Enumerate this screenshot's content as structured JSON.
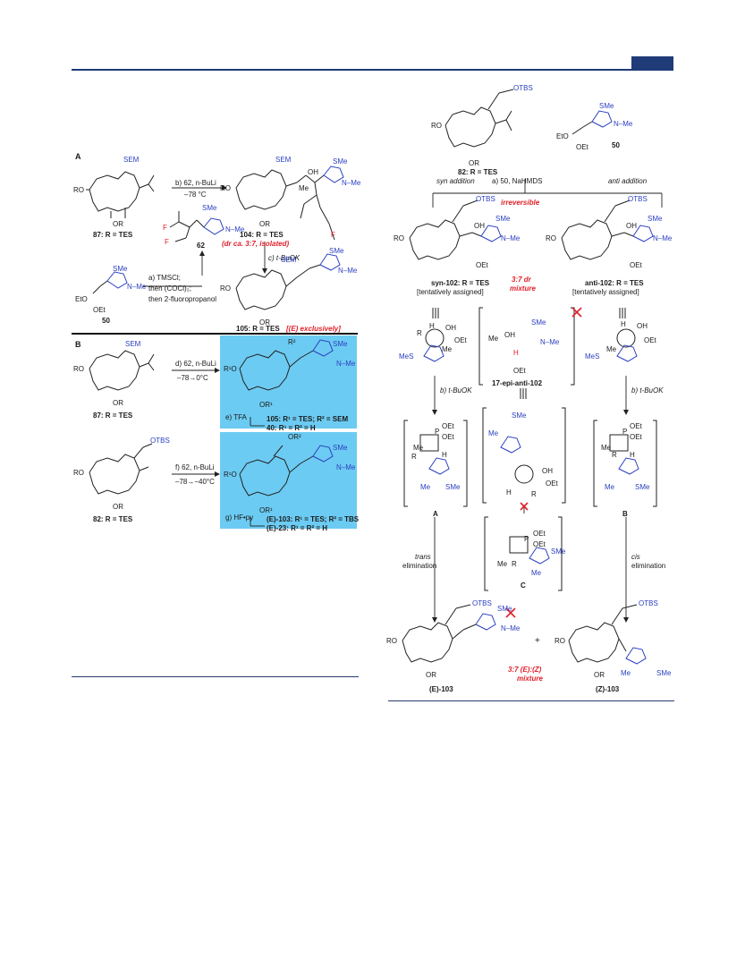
{
  "header": {
    "rule_color": "#1f3b78",
    "tab_color": "#1f3b78",
    "highlight_color": "#6ccbf2",
    "accent_red": "#e0202a",
    "accent_blue": "#2a3fc0"
  },
  "left": {
    "panelA": {
      "letter": "A",
      "sem1": "SEM",
      "ro": "RO",
      "or": "OR",
      "c87": "87: R = TES",
      "stepb1": "b) 62, n-BuLi",
      "stepb2": "–78 °C",
      "c104": "104: R = TES",
      "dr": "(dr ca. 3:7, isolated)",
      "sme1": "SMe",
      "nme1": "N–Me",
      "me": "Me",
      "oh": "OH",
      "f1": "F",
      "f2": "F",
      "f3": "F",
      "f4": "F",
      "c62": "62",
      "stepc": "c) t-BuOK",
      "stepa1": "a) TMSCl;",
      "stepa2": "then (COCl)₂;",
      "stepa3": "then 2-fluoropropanol",
      "eto": "EtO",
      "oet": "OEt",
      "c50": "50",
      "c105": "105: R = TES",
      "ex": "[(E) exclusively]"
    },
    "panelB": {
      "letter": "B",
      "sem": "SEM",
      "c87": "87: R = TES",
      "stepd1": "d) 62, n-BuLi",
      "stepd2": "–78→0°C",
      "r2": "R²",
      "r1o": "R¹O",
      "or1": "OR¹",
      "sme": "SMe",
      "nme": "N–Me",
      "stepe": "e) TFA",
      "p105": "105: R¹ = TES; R² = SEM",
      "p40": "40: R¹ = R² = H",
      "otbs": "OTBS",
      "c82": "82: R = TES",
      "stepf1": "f) 62, n-BuLi",
      "stepf2": "–78→−40°C",
      "or2": "OR²",
      "stepg": "g) HF•py",
      "p103": "(E)-103: R¹ = TES; R² = TBS",
      "p23": "(E)-23: R¹ = R² = H"
    }
  },
  "right": {
    "otbs": "OTBS",
    "c82": "82: R = TES",
    "c50": "50",
    "sme": "SMe",
    "nme": "N–Me",
    "syn": "syn addition",
    "stepa": "a) 50, NaHMDS",
    "anti": "anti addition",
    "irrev": "irreversible",
    "syn102": "syn-102: R = TES",
    "tent1": "[tentatively assigned]",
    "mix": "3:7 dr",
    "mix2": "mixture",
    "anti102": "anti-102: R = TES",
    "tent2": "[tentatively assigned]",
    "epi": "17-epi-anti-102",
    "stepb": "b) t-BuOK",
    "stepb2": "b) t-BuOK",
    "la": "A",
    "lb": "B",
    "lc": "C",
    "trans1": "trans",
    "trans2": "elimination",
    "cis1": "cis",
    "cis2": "elimination",
    "e103": "(E)-103",
    "z103": "(Z)-103",
    "plus": "+",
    "ratio1": "3:7 (E):(Z)",
    "ratio2": "mixture",
    "mes": "MeS",
    "oet": "OEt",
    "eto": "EtO",
    "oh": "OH",
    "me": "Me",
    "r": "R",
    "h": "H",
    "p": "P"
  }
}
